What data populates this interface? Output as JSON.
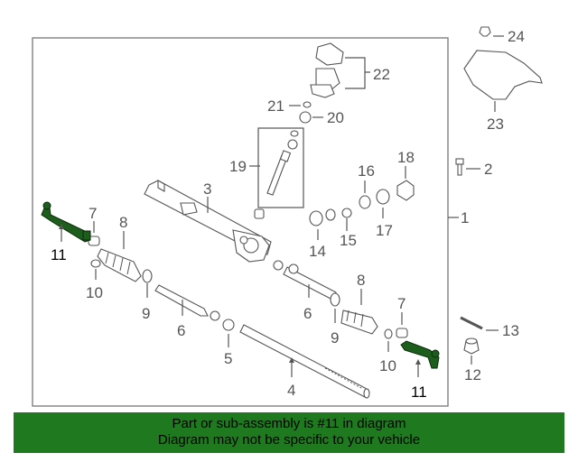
{
  "callouts": {
    "c1": "1",
    "c2": "2",
    "c3": "3",
    "c4": "4",
    "c5": "5",
    "c6a": "6",
    "c6b": "6",
    "c7a": "7",
    "c7b": "7",
    "c8a": "8",
    "c8b": "8",
    "c9a": "9",
    "c9b": "9",
    "c10a": "10",
    "c10b": "10",
    "c11a": "11",
    "c11b": "11",
    "c12": "12",
    "c13": "13",
    "c14": "14",
    "c15": "15",
    "c16": "16",
    "c17": "17",
    "c18": "18",
    "c19": "19",
    "c20": "20",
    "c21": "21",
    "c22": "22",
    "c23": "23",
    "c24": "24"
  },
  "banner": {
    "line1": "Part or sub-assembly is #11 in diagram",
    "line2": "Diagram may not be specific to your vehicle"
  },
  "colors": {
    "highlight": "#1d5e1d",
    "banner": "#1f7a1f"
  }
}
